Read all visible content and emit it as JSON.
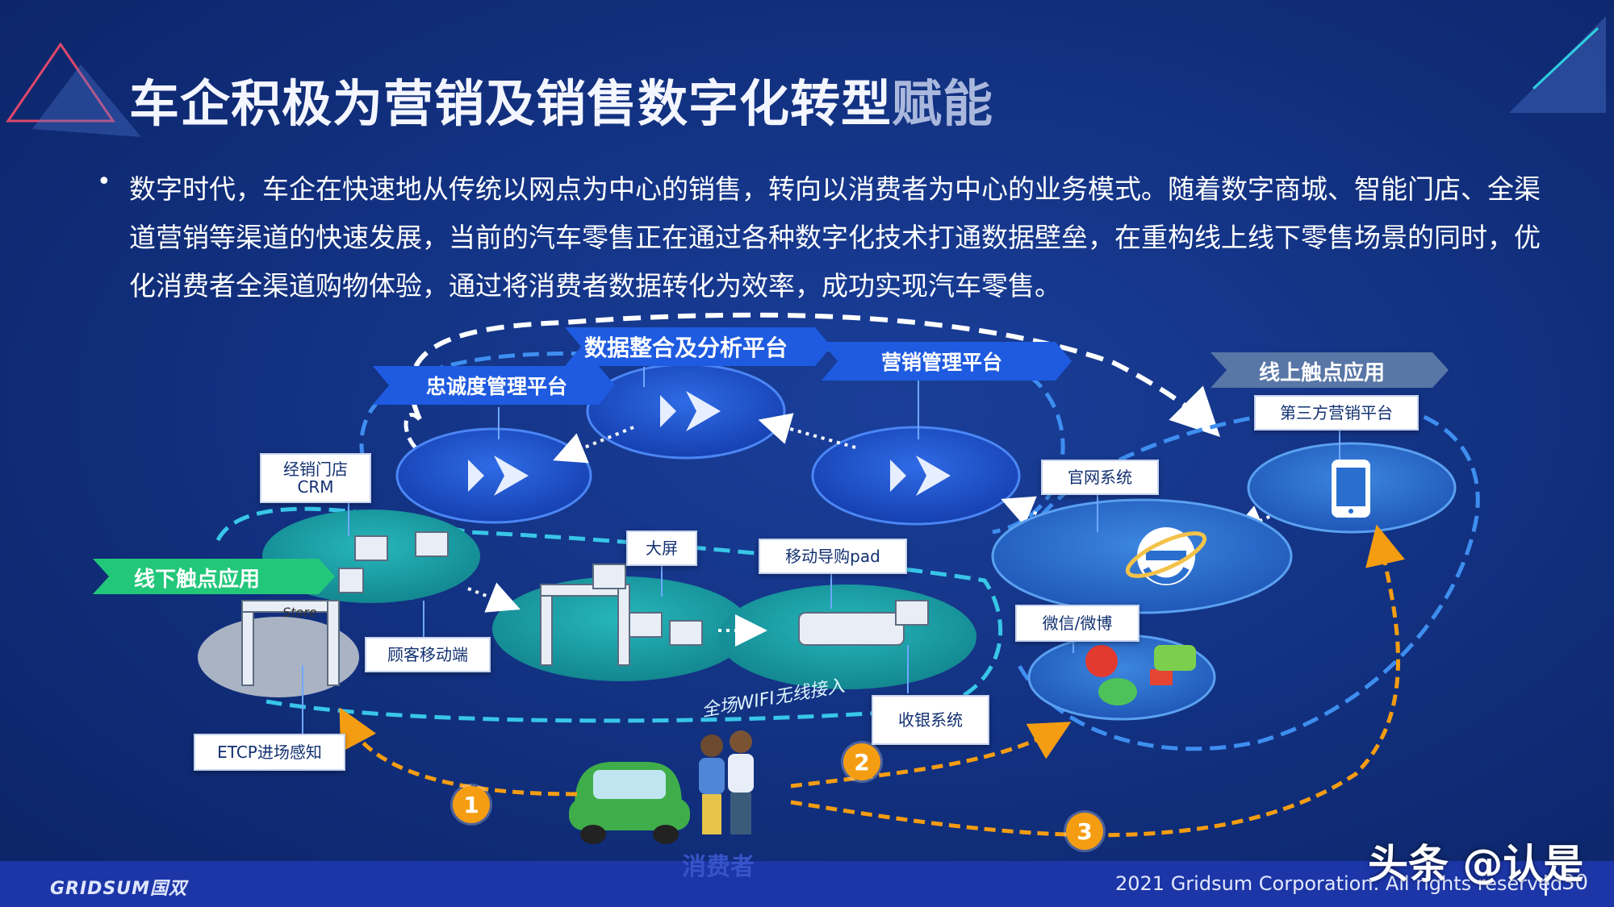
{
  "title": {
    "main": "车企积极为营销及销售数字化转型",
    "fade": "赋能"
  },
  "intro": "数字时代，车企在快速地从传统以网点为中心的销售，转向以消费者为中心的业务模式。随着数字商城、智能门店、全渠道营销等渠道的快速发展，当前的汽车零售正在通过各种数字化技术打通数据壁垒，在重构线上线下零售场景的同时，优化消费者全渠道购物体验，通过将消费者数据转化为效率，成功实现汽车零售。",
  "bullet": "•",
  "platforms": {
    "data": "数据整合及分析平台",
    "loyalty": "忠诚度管理平台",
    "marketing": "营销管理平台"
  },
  "online_banner": "线上触点应用",
  "offline_banner": "线下触点应用",
  "boxes": {
    "crm": "经销门店\nCRM",
    "bigscreen": "大屏",
    "pad": "移动导购pad",
    "mobile": "顾客移动端",
    "etcp": "ETCP进场感知",
    "cashier": "收银系统",
    "official": "官网系统",
    "third": "第三方营销平台",
    "wechat": "微信/微博"
  },
  "wifi": "全场WIFI无线接入",
  "consumer": "消费者",
  "steps": [
    "1",
    "2",
    "3"
  ],
  "store_sign": "Store",
  "footer": {
    "logo": "GRIDSUM国双",
    "copyright": "2021 Gridsum Corporation. All rights reserved",
    "page": "30"
  },
  "watermark": "头条 @认是",
  "colors": {
    "background": "#112f7d",
    "platform_disc": "#1d4fc9",
    "store_disc": "#1fa3a8",
    "online_disc": "#2a6fd0",
    "route": "#f59d12",
    "banner_green": "#23c77a"
  }
}
